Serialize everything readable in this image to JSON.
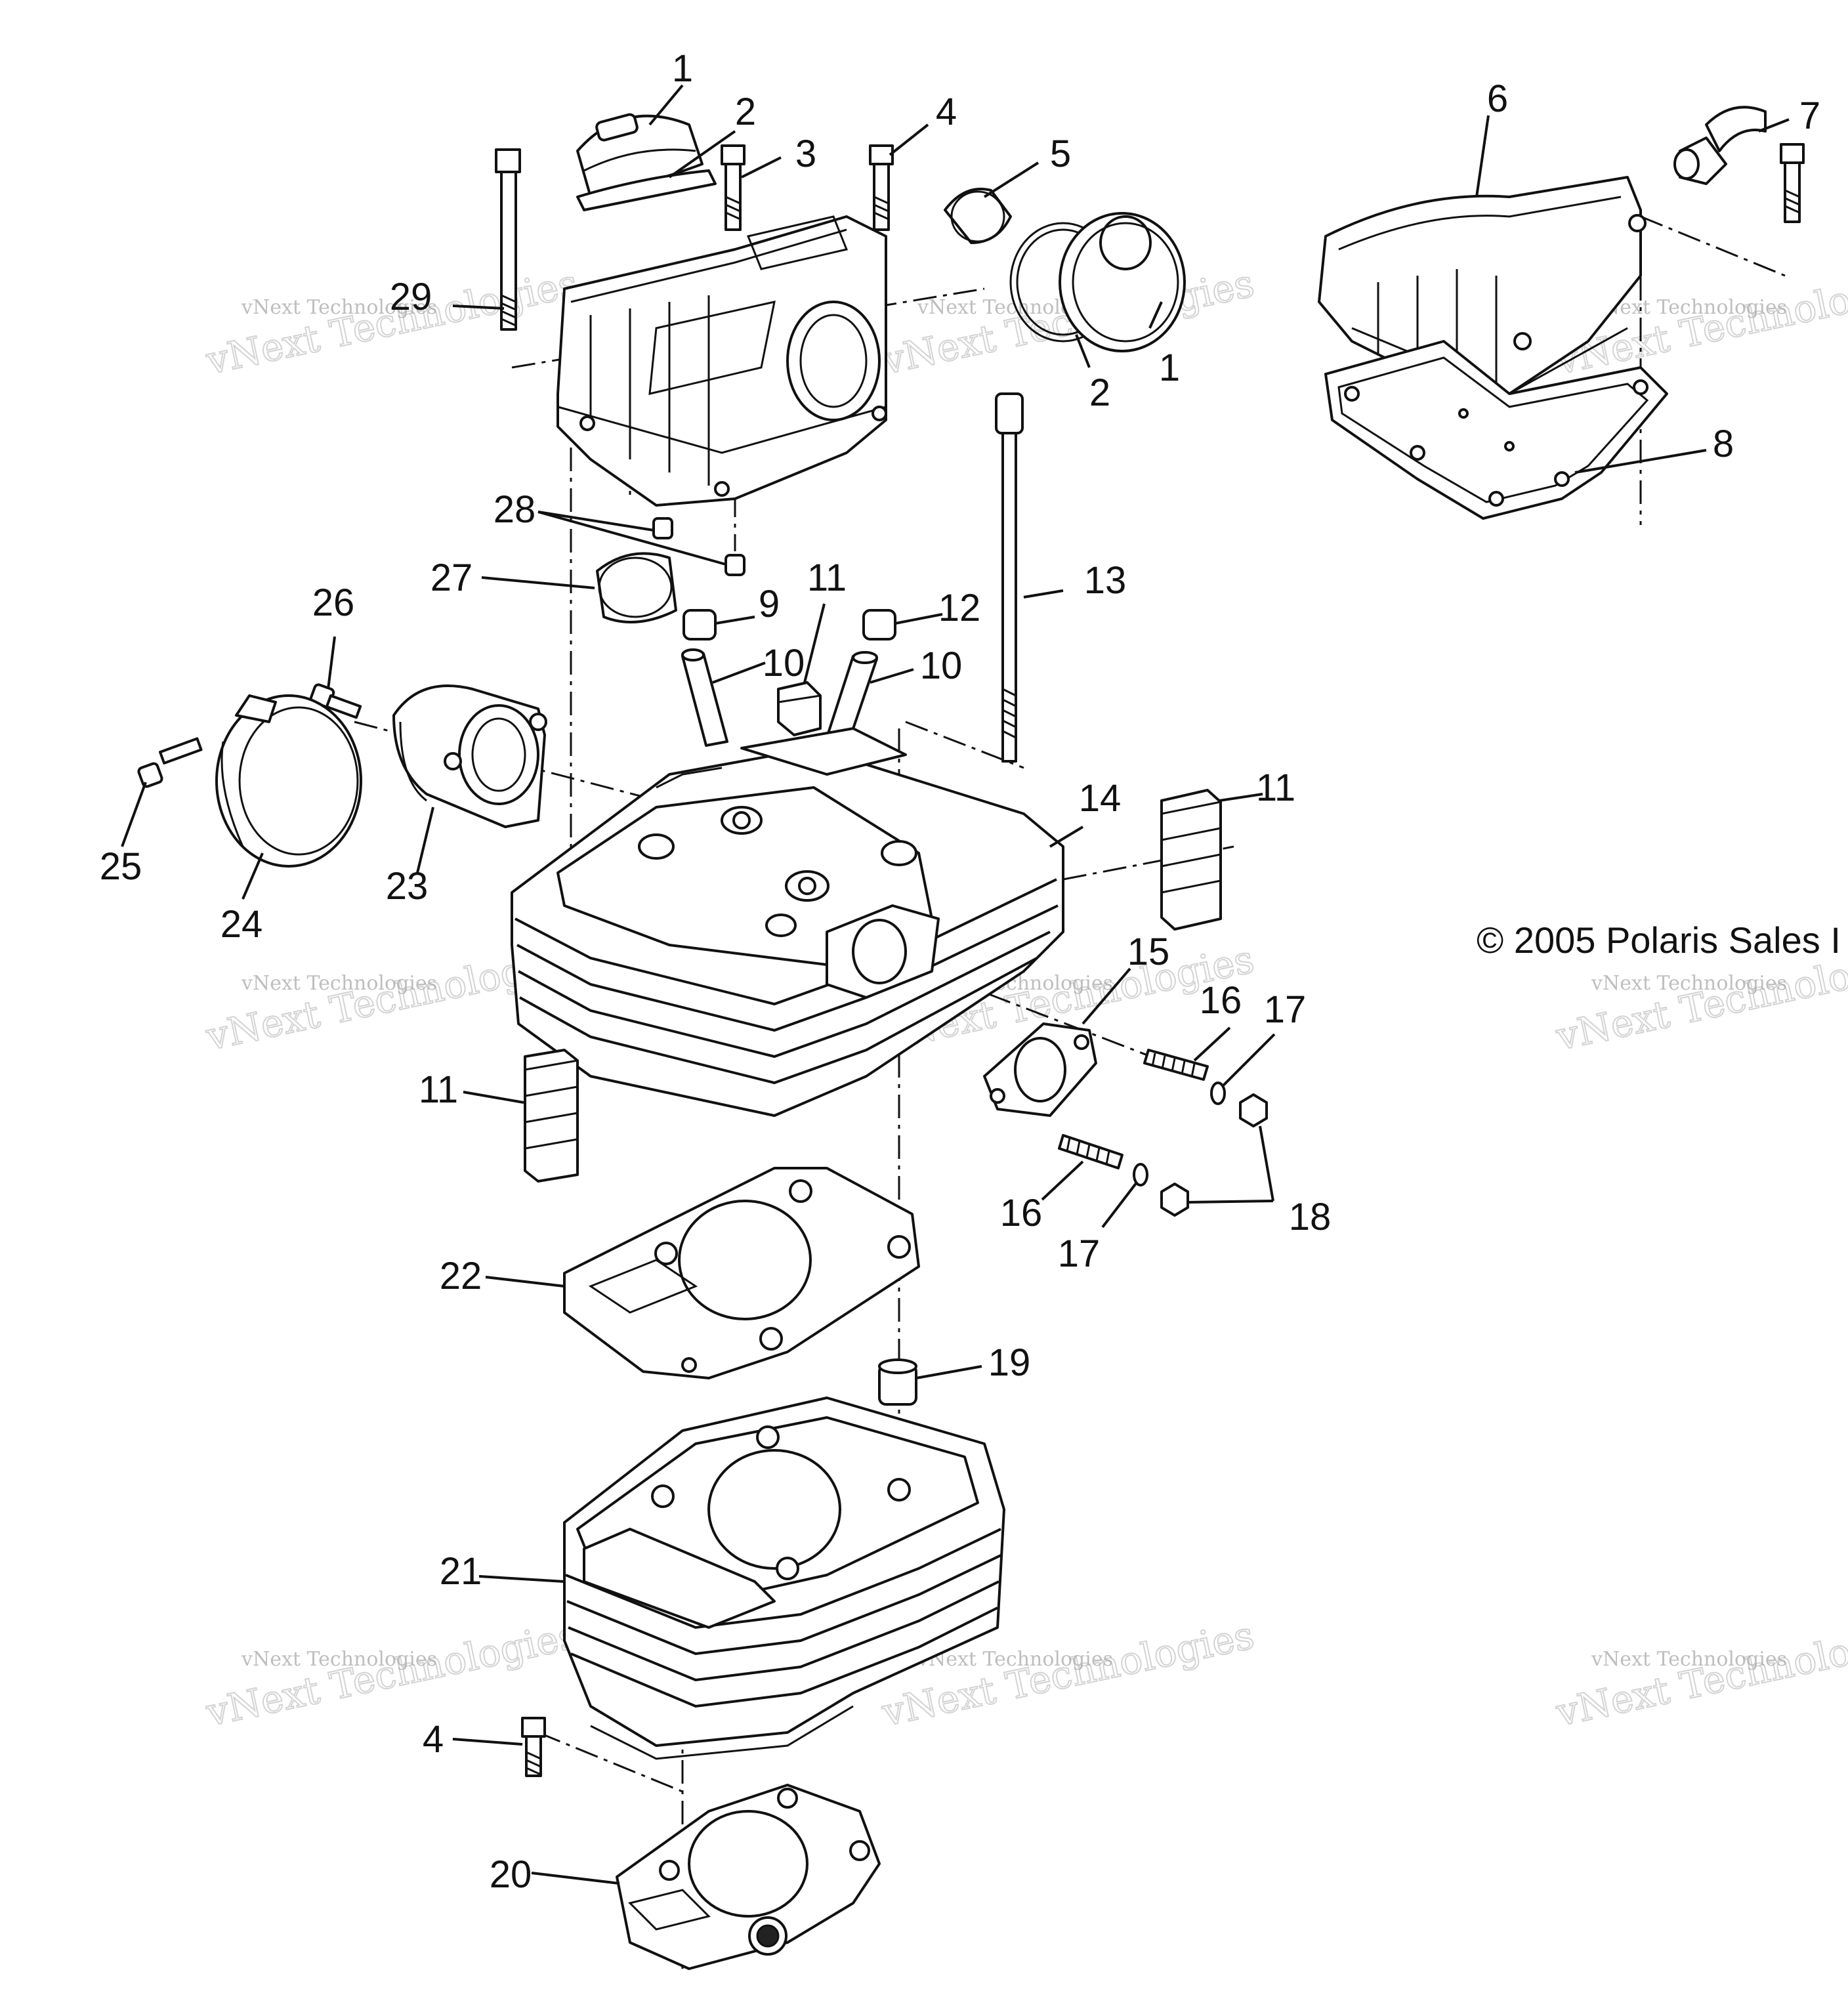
{
  "diagram": {
    "copyright": "© 2005 Polaris Sales I",
    "watermark": {
      "small_text": "vNext Technologies",
      "large_text": "vNext Technologies"
    },
    "callouts": {
      "c1a": "1",
      "c2a": "2",
      "c3": "3",
      "c4a": "4",
      "c5": "5",
      "c1b": "1",
      "c2b": "2",
      "c29": "29",
      "c6": "6",
      "c7": "7",
      "c8": "8",
      "c28": "28",
      "c27": "27",
      "c9": "9",
      "c11a": "11",
      "c12": "12",
      "c13": "13",
      "c10a": "10",
      "c10b": "10",
      "c26": "26",
      "c25": "25",
      "c24": "24",
      "c23": "23",
      "c14": "14",
      "c11b": "11",
      "c15": "15",
      "c16a": "16",
      "c17a": "17",
      "c11c": "11",
      "c16b": "16",
      "c17b": "17",
      "c18": "18",
      "c22": "22",
      "c19": "19",
      "c21": "21",
      "c4b": "4",
      "c20": "20"
    }
  }
}
